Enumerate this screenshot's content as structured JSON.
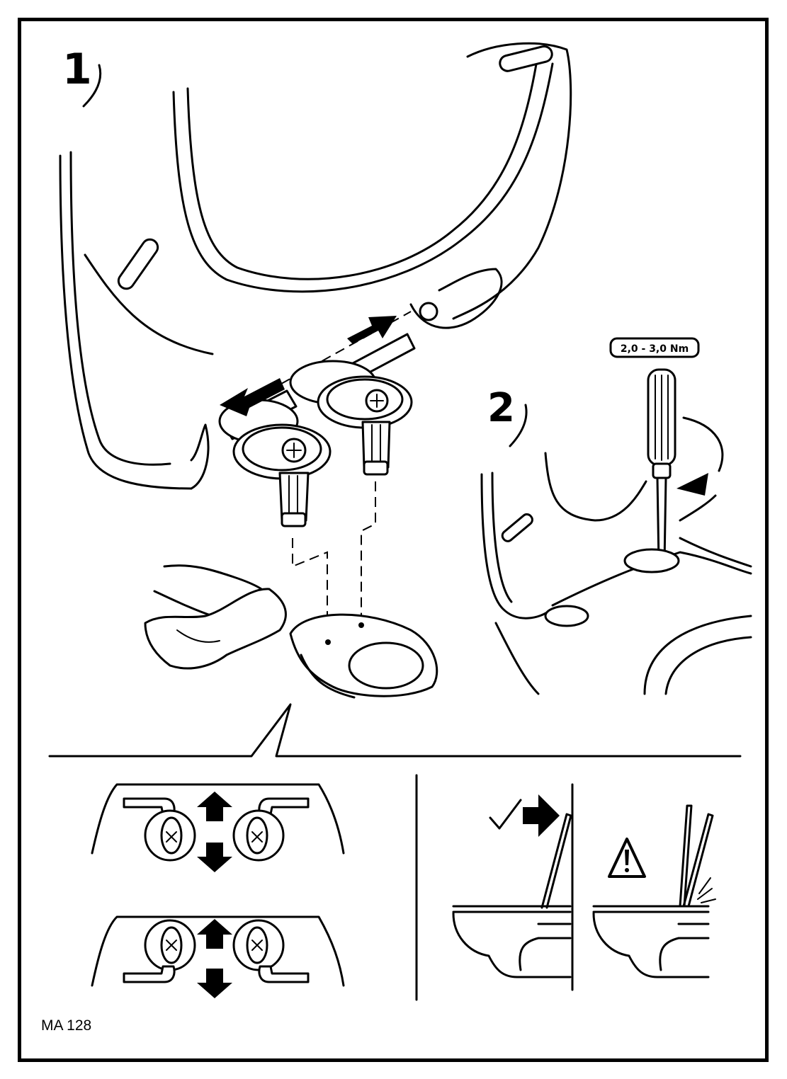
{
  "steps": {
    "step1": "1",
    "step2": "2"
  },
  "torque_label": "2,0 - 3,0 Nm",
  "document_code": "MA 128",
  "icons": {
    "warning": "warning-triangle-icon",
    "check": "check-mark-icon",
    "screwdriver": "screwdriver-icon"
  }
}
